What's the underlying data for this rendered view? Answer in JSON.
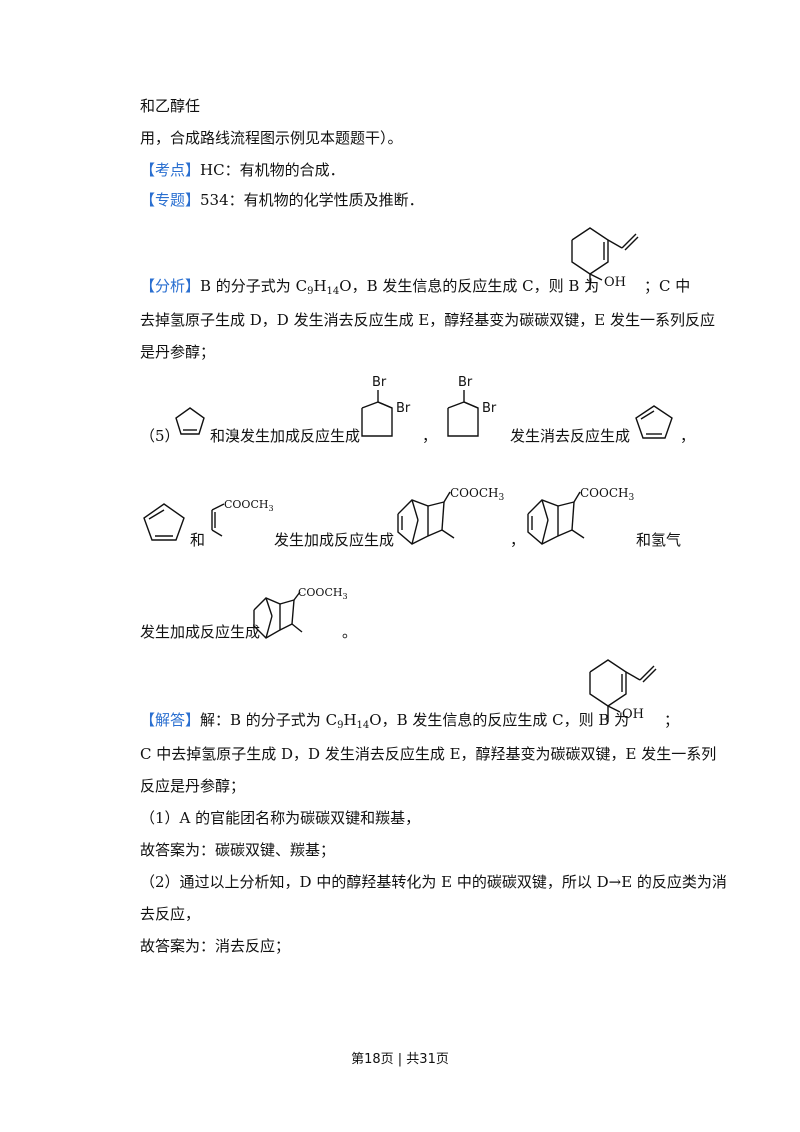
{
  "lines": {
    "l1": "和乙醇任",
    "l2": "用，合成路线流程图示例见本题题干）。",
    "kaodian_tag": "【考点】",
    "kaodian_text": "HC：有机物的合成．",
    "zhuanti_tag": "【专题】",
    "zhuanti_text": "534：有机物的化学性质及推断．",
    "fenxi_tag": "【分析】",
    "fenxi_a": "B 的分子式为 C",
    "fenxi_sub1": "9",
    "fenxi_h": "H",
    "fenxi_sub2": "14",
    "fenxi_b": "O，B 发生信息的反应生成 C，则 B 为",
    "fenxi_c": "；C 中",
    "fenxi_l2": "去掉氢原子生成 D，D 发生消去反应生成 E，醇羟基变为碳碳双键，E 发生一系列反应",
    "fenxi_l3": "是丹参醇；",
    "p5_a": "（5）",
    "p5_b": "和溴发生加成反应生成",
    "p5_comma": "，",
    "p5_c": "发生消去反应生成",
    "p5_end": "，",
    "p6_a": "和",
    "p6_b": "发生加成反应生成",
    "p6_comma": "，",
    "p6_c": "和氢气",
    "p7_a": "发生加成反应生成",
    "p7_end": "。",
    "jieda_tag": "【解答】",
    "jieda_a": "解：B 的分子式为 C",
    "jieda_sub1": "9",
    "jieda_h": "H",
    "jieda_sub2": "14",
    "jieda_b": "O，B 发生信息的反应生成 C，则 B 为",
    "jieda_c": "；",
    "jieda_l2": "C 中去掉氢原子生成 D，D 发生消去反应生成 E，醇羟基变为碳碳双键，E 发生一系列",
    "jieda_l3": "反应是丹参醇；",
    "q1": "（1）A 的官能团名称为碳碳双键和羰基，",
    "q1_ans": "故答案为：碳碳双键、羰基；",
    "q2": "（2）通过以上分析知，D 中的醇羟基转化为 E 中的碳碳双键，所以 D→E 的反应类为消",
    "q2_b": "去反应，",
    "q2_ans": "故答案为：消去反应；"
  },
  "labels": {
    "oh": "OH",
    "br": "Br",
    "cooch3": "COOCH",
    "ch3_sub": "3",
    "cooch3_small": "COOCH",
    "ch3_small_sub": "3"
  },
  "footer": {
    "text": "第18页 | 共31页"
  }
}
